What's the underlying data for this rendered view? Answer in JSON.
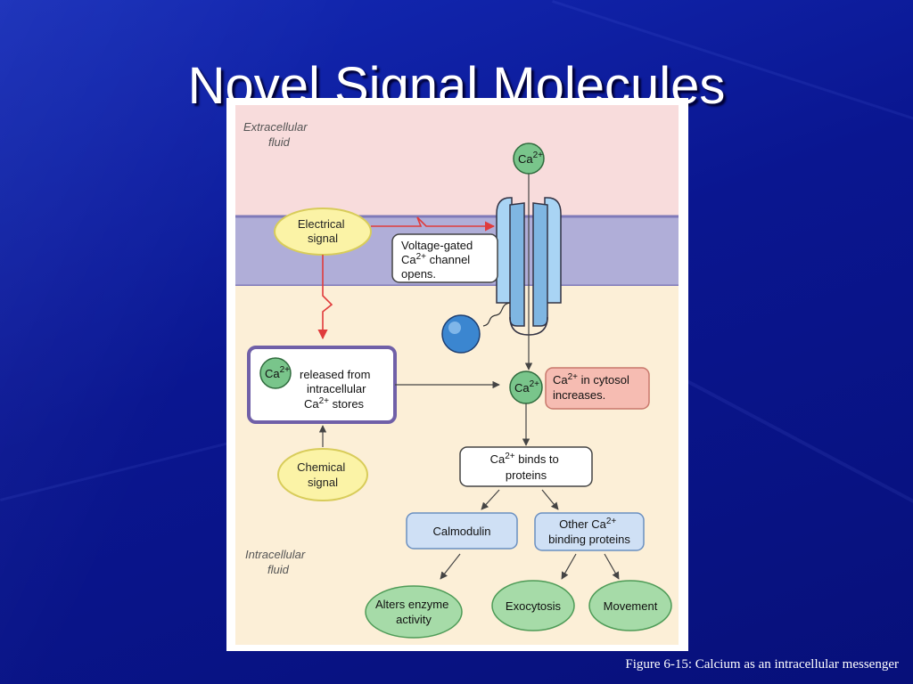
{
  "slide": {
    "title": "Novel Signal Molecules",
    "caption": "Figure 6-15: Calcium as an intracellular messenger"
  },
  "diagram": {
    "regions": {
      "extracellular_l1": "Extracellular",
      "extracellular_l2": "fluid",
      "intracellular_l1": "Intracellular",
      "intracellular_l2": "fluid"
    },
    "ion_label": "Ca",
    "ion_charge": "2+",
    "electrical_signal": {
      "l1": "Electrical",
      "l2": "signal"
    },
    "voltage_gated_box": {
      "l1": "Voltage-gated",
      "l2_pre": "Ca",
      "l2_sup": "2+",
      "l2_post": " channel",
      "l3": "opens."
    },
    "release_box": {
      "l1": "released from",
      "l2": "intracellular",
      "l3_pre": "Ca",
      "l3_sup": "2+",
      "l3_post": " stores"
    },
    "chemical_signal": {
      "l1": "Chemical",
      "l2": "signal"
    },
    "cytosol_box": {
      "l1_pre": "Ca",
      "l1_sup": "2+",
      "l1_post": " in cytosol",
      "l2": "increases."
    },
    "binds_box": {
      "l1_pre": "Ca",
      "l1_sup": "2+",
      "l1_post": " binds to",
      "l2": "proteins"
    },
    "calmodulin": "Calmodulin",
    "other_proteins": {
      "l1_pre": "Other Ca",
      "l1_sup": "2+",
      "l2": "binding proteins"
    },
    "outcomes": {
      "enzyme_l1": "Alters enzyme",
      "enzyme_l2": "activity",
      "exocytosis": "Exocytosis",
      "movement": "Movement"
    },
    "colors": {
      "extracellular": "#f8dcdc",
      "membrane": "#b0aed8",
      "membrane_line": "#7f7ab9",
      "intracellular": "#fcefd7",
      "ion_fill": "#79c58b",
      "channel": "#a9d4f4",
      "signal_fill": "#fbf3a6",
      "store_border": "#7060a8",
      "cytosol_fill": "#f6bcb2",
      "protein_fill": "#cfe0f5",
      "outcome_fill": "#a6dba8",
      "arrow_red": "#e03b3b"
    }
  }
}
